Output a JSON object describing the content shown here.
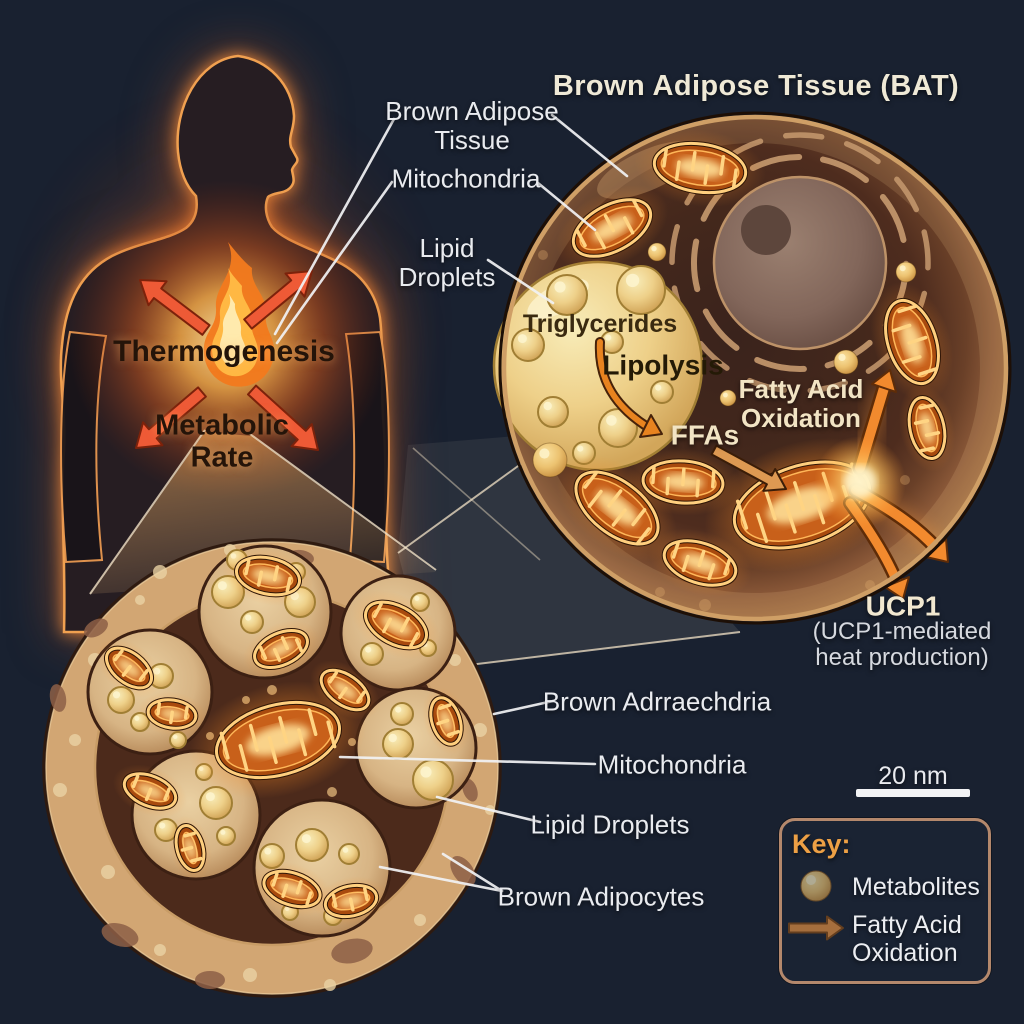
{
  "title": "Brown Adipose Tissue (BAT)",
  "body_panel": {
    "thermogenesis": "Thermogenesis",
    "metabolic_rate": "Metabolic Rate"
  },
  "callouts": {
    "brown_adipose_tissue": "Brown Adipose Tissue",
    "mitochondria": "Mitochondria",
    "lipid_droplets": "Lipid Droplets"
  },
  "cell_panel": {
    "triglycerides": "Triglycerides",
    "lipolysis": "Lipolysis",
    "ffas": "FFAs",
    "fatty_acid_oxidation": "Fatty Acid Oxidation",
    "ucp1": "UCP1",
    "ucp1_subtitle": "(UCP1-mediated heat production)"
  },
  "tissue_callouts": {
    "brown_adrraechdria": "Brown Adrraechdria",
    "mitochondria": "Mitochondria",
    "lipid_droplets": "Lipid Droplets",
    "brown_adipocytes": "Brown Adipocytes"
  },
  "scale_bar": {
    "label": "20 nm"
  },
  "key": {
    "title": "Key:",
    "items": [
      {
        "icon": "metabolite-dot",
        "label": "Metabolites"
      },
      {
        "icon": "fatty-acid-arrow",
        "label": "Fatty Acid Oxidation"
      }
    ]
  },
  "colors": {
    "background": "#192130",
    "accent_orange": "#f28a2e",
    "arrow_red": "#ee5a36",
    "lipid_yellow": "#eed089",
    "label_text": "#e9ebef",
    "title_text": "#efe9d6",
    "key_border": "#b4886c",
    "key_title": "#eda045"
  }
}
